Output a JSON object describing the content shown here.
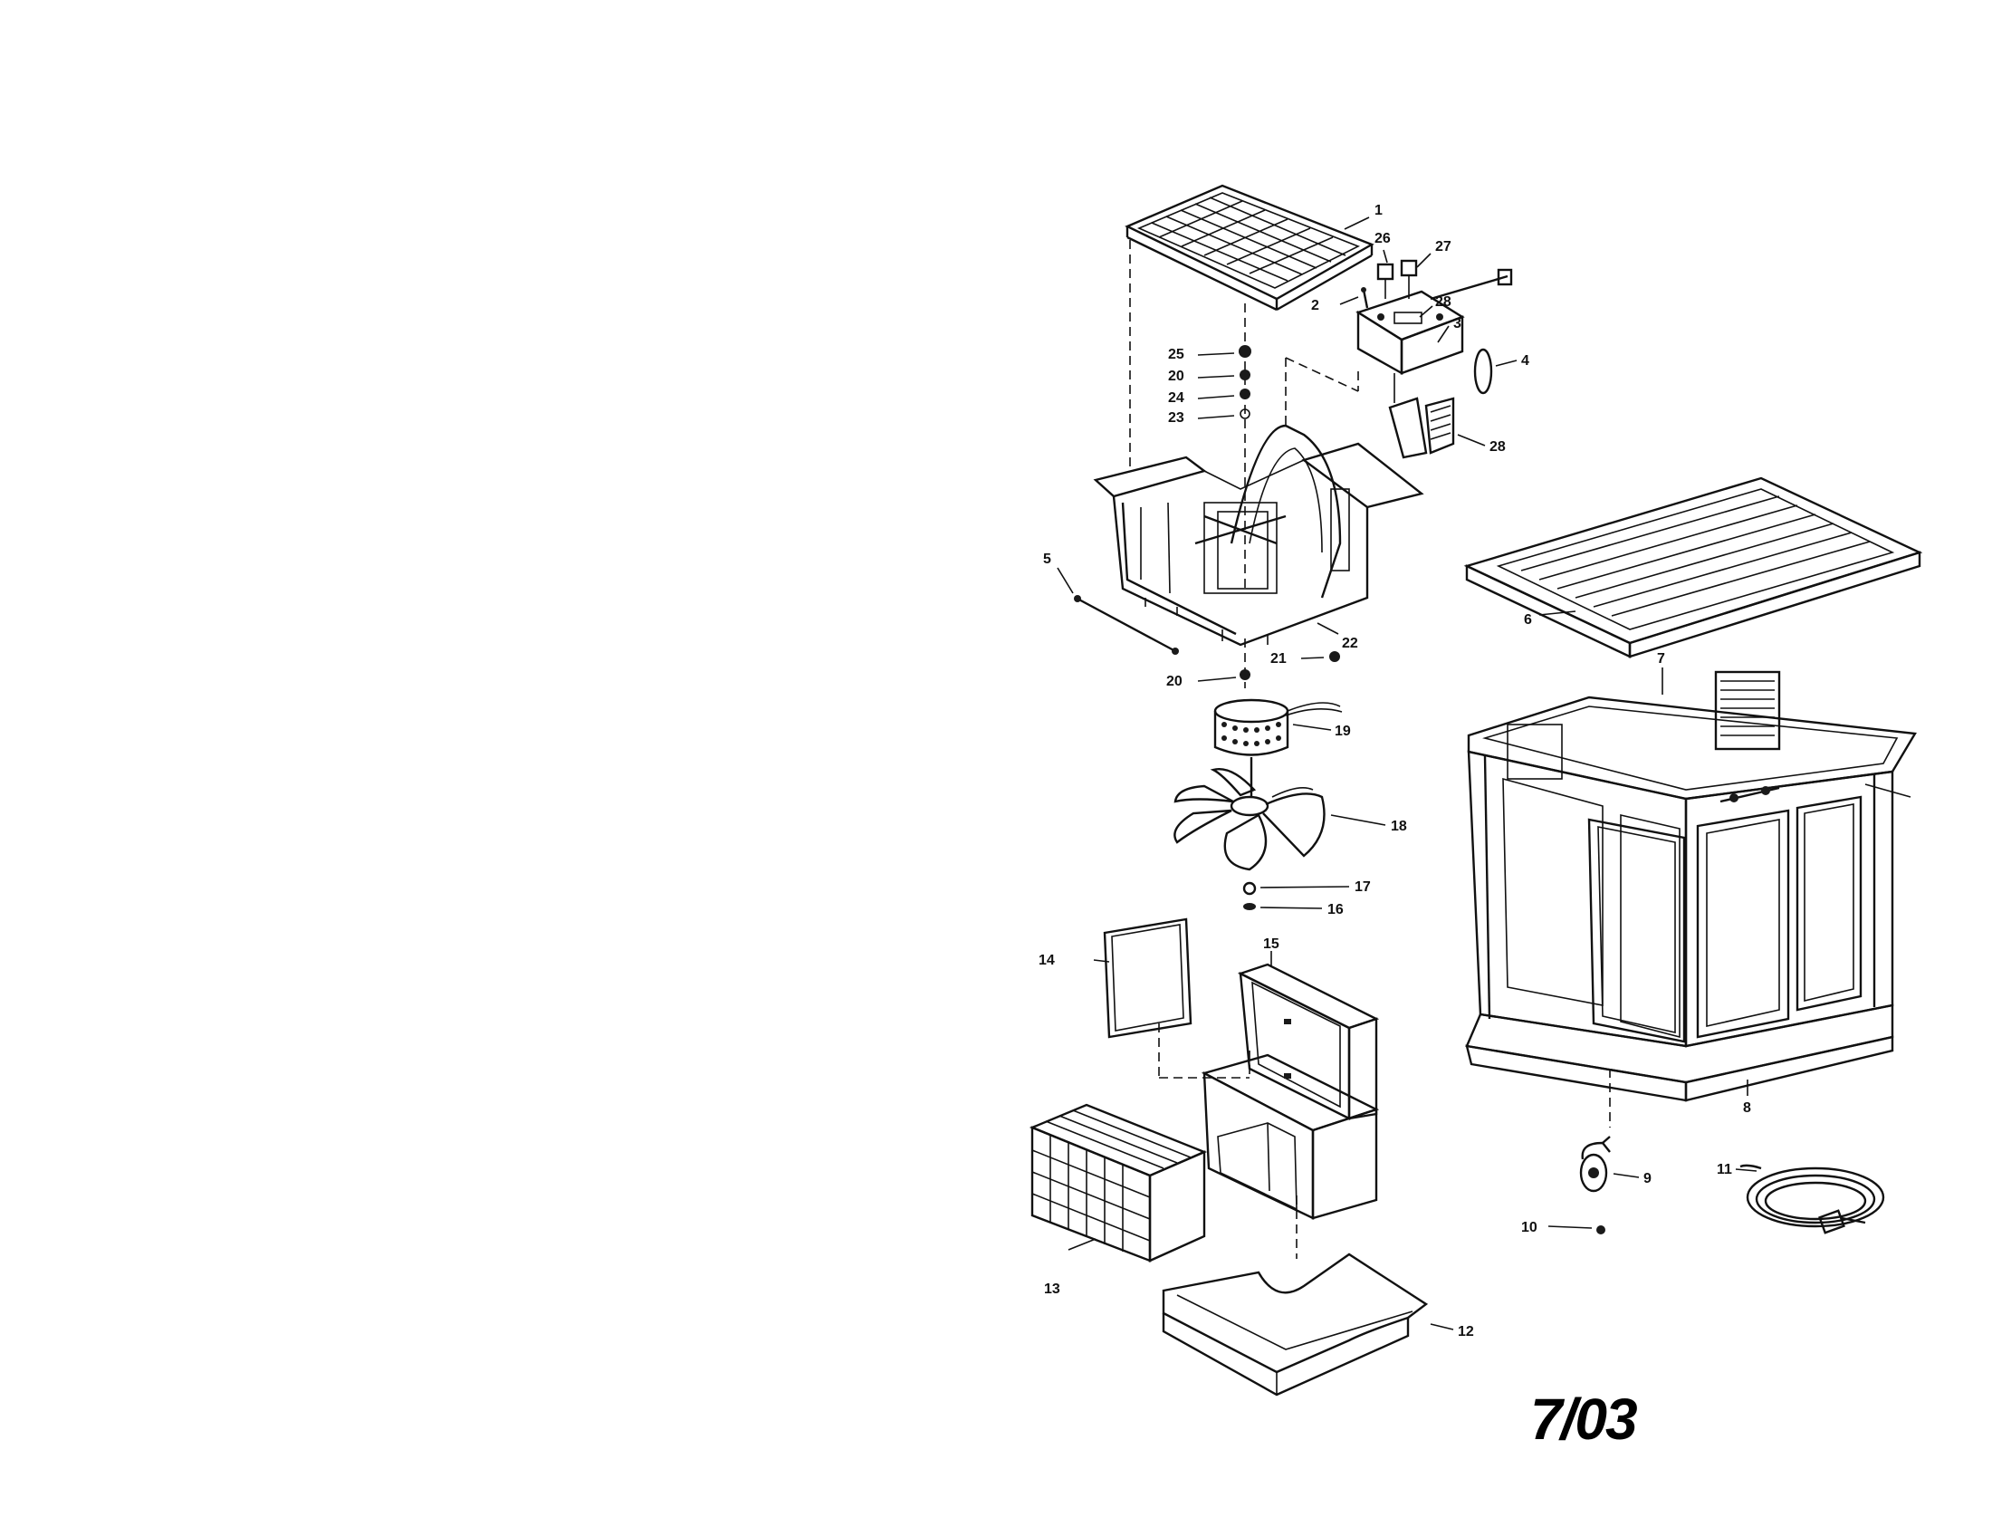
{
  "callouts": [
    {
      "id": "c1",
      "text": "1"
    },
    {
      "id": "c2",
      "text": "2"
    },
    {
      "id": "c3",
      "text": "3"
    },
    {
      "id": "c4",
      "text": "4"
    },
    {
      "id": "c5",
      "text": "5"
    },
    {
      "id": "c6",
      "text": "6"
    },
    {
      "id": "c7",
      "text": "7"
    },
    {
      "id": "c8",
      "text": "8"
    },
    {
      "id": "c9",
      "text": "9"
    },
    {
      "id": "c10",
      "text": "10"
    },
    {
      "id": "c11",
      "text": "11"
    },
    {
      "id": "c12",
      "text": "12"
    },
    {
      "id": "c13",
      "text": "13"
    },
    {
      "id": "c14",
      "text": "14"
    },
    {
      "id": "c15",
      "text": "15"
    },
    {
      "id": "c16",
      "text": "16"
    },
    {
      "id": "c17",
      "text": "17"
    },
    {
      "id": "c18",
      "text": "18"
    },
    {
      "id": "c19",
      "text": "19"
    },
    {
      "id": "c20a",
      "text": "20"
    },
    {
      "id": "c20b",
      "text": "20"
    },
    {
      "id": "c21",
      "text": "21"
    },
    {
      "id": "c22",
      "text": "22"
    },
    {
      "id": "c23",
      "text": "23"
    },
    {
      "id": "c24",
      "text": "24"
    },
    {
      "id": "c25",
      "text": "25"
    },
    {
      "id": "c26",
      "text": "26"
    },
    {
      "id": "c27",
      "text": "27"
    },
    {
      "id": "c28a",
      "text": "28"
    },
    {
      "id": "c28b",
      "text": "28"
    }
  ],
  "date_code": "7/03"
}
